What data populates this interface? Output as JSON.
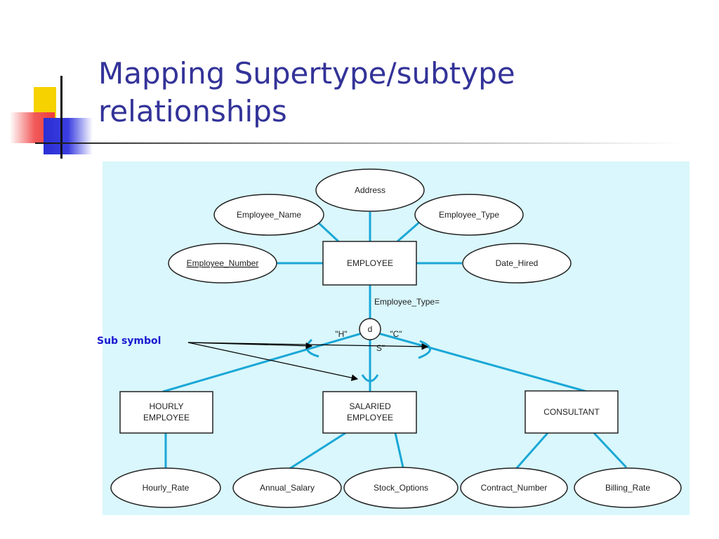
{
  "slide": {
    "title_line1": "Mapping Supertype/subtype",
    "title_line2": "relationships"
  },
  "annotation": {
    "label": "Sub symbol"
  },
  "diagram": {
    "supertype": "EMPLOYEE",
    "attributes": {
      "address": "Address",
      "employee_name": "Employee_Name",
      "employee_type": "Employee_Type",
      "employee_number": "Employee_Number",
      "date_hired": "Date_Hired"
    },
    "subtype_discriminator": "Employee_Type=",
    "disjoint_symbol": "d",
    "discriminator_values": {
      "hourly": "\"H\"",
      "salaried": "S\"",
      "consultant": "\"C\""
    },
    "subtypes": {
      "hourly": {
        "line1": "HOURLY",
        "line2": "EMPLOYEE",
        "attribute": "Hourly_Rate"
      },
      "salaried": {
        "line1": "SALARIED",
        "line2": "EMPLOYEE",
        "attributes": [
          "Annual_Salary",
          "Stock_Options"
        ]
      },
      "consultant": {
        "line1": "CONSULTANT",
        "attributes": [
          "Contract_Number",
          "Billing_Rate"
        ]
      }
    },
    "colors": {
      "background": "#d9f7fc",
      "connector": "#1aa7d6",
      "annotation": "#1a1ad1"
    }
  }
}
